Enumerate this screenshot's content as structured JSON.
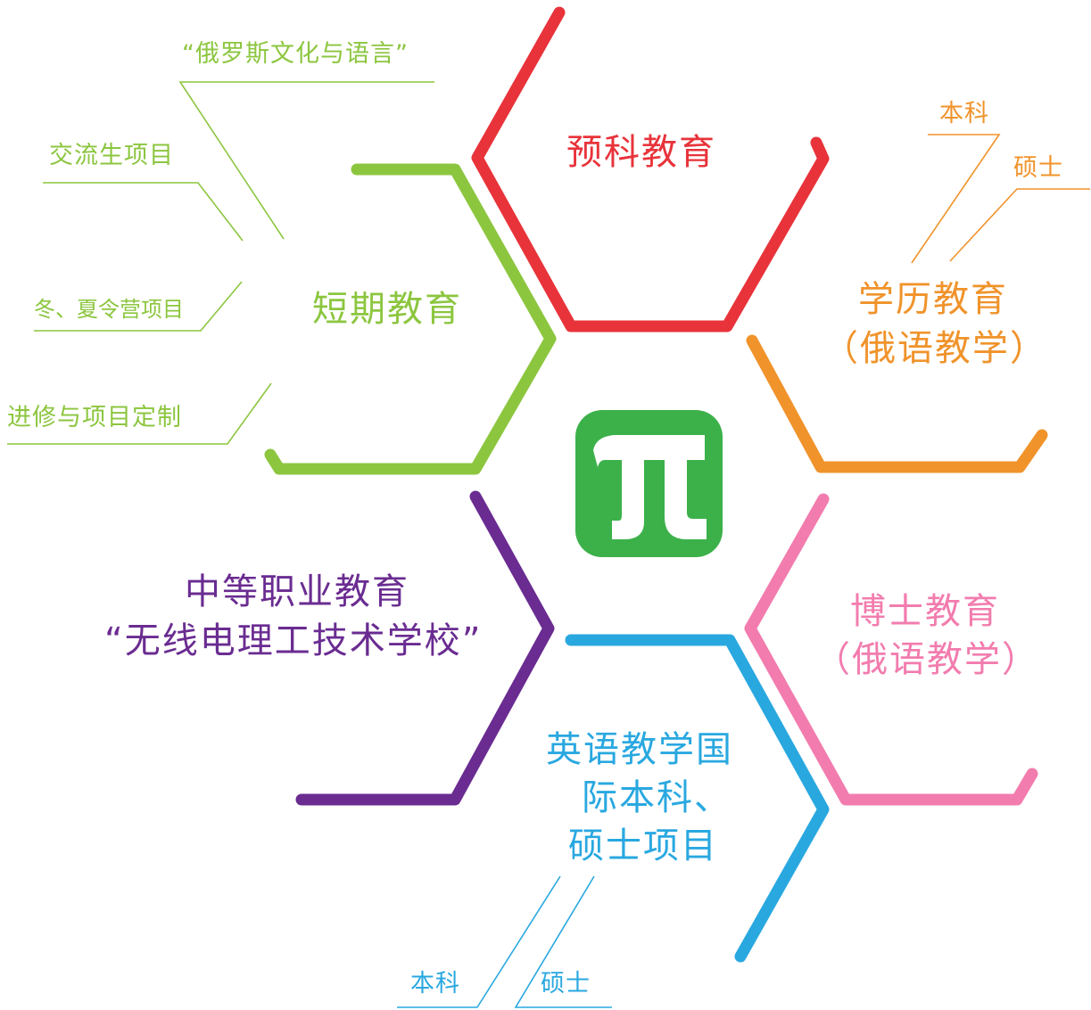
{
  "colors": {
    "red": "#e8333a",
    "orange": "#f0932b",
    "green": "#8cc63f",
    "purple": "#6a2c91",
    "blue": "#29a8e0",
    "pink": "#f27cae",
    "logo_green": "#3cb14a"
  },
  "logo": {
    "glyph": "π",
    "icon": "pi-logo-icon"
  },
  "nodes": {
    "foundation": {
      "title": "预科教育"
    },
    "degree": {
      "line1": "学历教育",
      "line2": "（俄语教学）",
      "sub1": "本科",
      "sub2": "硕士"
    },
    "short_term": {
      "title": "短期教育",
      "sub1": "“俄罗斯文化与语言”",
      "sub2": "交流生项目",
      "sub3": "冬、夏令营项目",
      "sub4": "进修与项目定制"
    },
    "phd": {
      "line1": "博士教育",
      "line2": "（俄语教学）"
    },
    "vocational": {
      "line1": "中等职业教育",
      "line2": "“无线电理工技术学校”"
    },
    "english": {
      "line1": "英语教学国",
      "line2": "际本科、",
      "line3": "硕士项目",
      "sub1": "本科",
      "sub2": "硕士"
    }
  }
}
